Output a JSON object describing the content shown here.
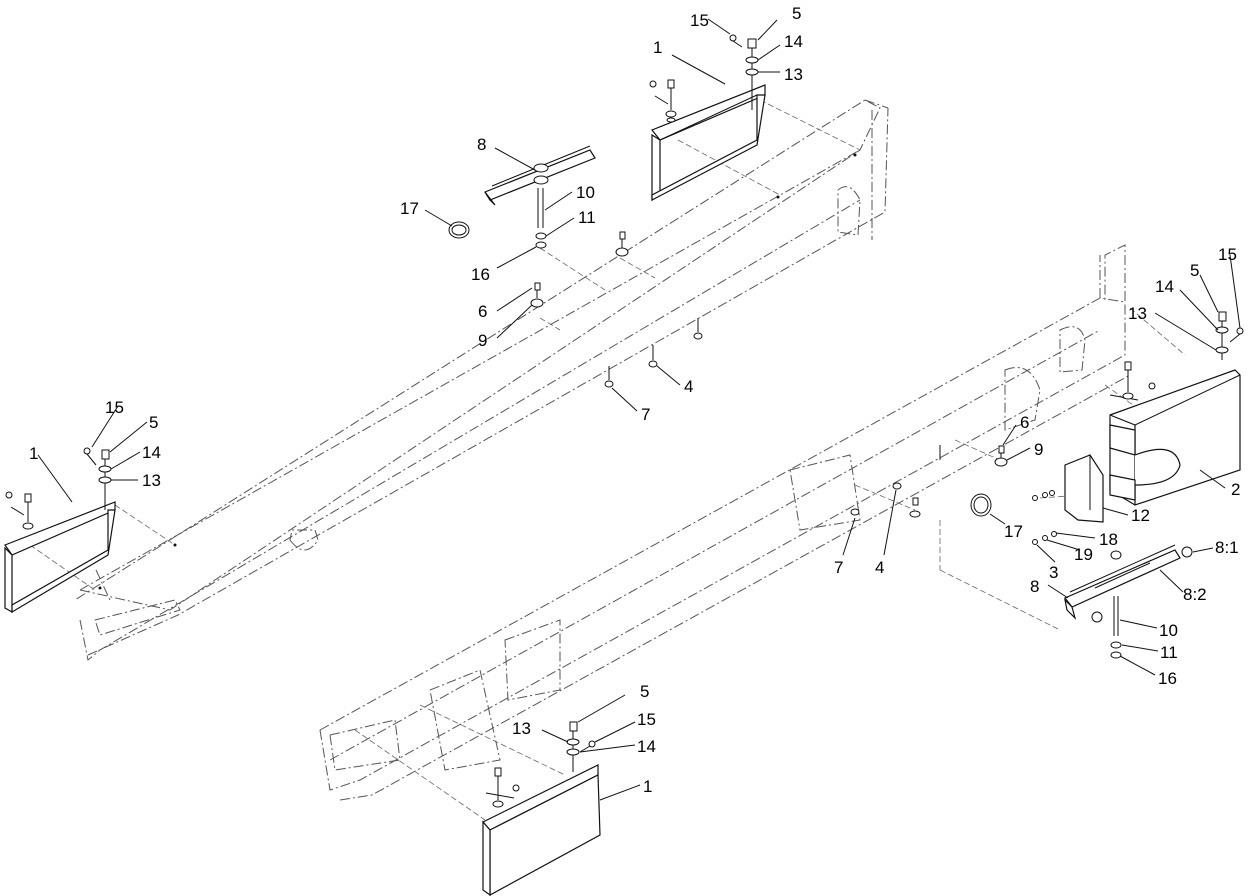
{
  "callouts": {
    "top_bracket": {
      "c15": "15",
      "c5": "5",
      "c14": "14",
      "c1": "1",
      "c13": "13"
    },
    "top_clamp": {
      "c8": "8",
      "c17": "17",
      "c10": "10",
      "c11": "11",
      "c16": "16",
      "c6": "6",
      "c9": "9",
      "c4": "4",
      "c7": "7"
    },
    "left_bracket": {
      "c15": "15",
      "c5": "5",
      "c14": "14",
      "c1": "1",
      "c13": "13"
    },
    "right_assembly": {
      "c15": "15",
      "c5": "5",
      "c14": "14",
      "c13": "13",
      "c6": "6",
      "c9": "9",
      "c2": "2",
      "c17": "17",
      "c12": "12",
      "c18": "18",
      "c19": "19",
      "c3": "3",
      "c7": "7",
      "c4": "4",
      "c8_1": "8:1",
      "c8": "8",
      "c8_2": "8:2",
      "c10": "10",
      "c11": "11",
      "c16": "16"
    },
    "bottom_bracket": {
      "c5": "5",
      "c15": "15",
      "c13": "13",
      "c14": "14",
      "c1": "1"
    }
  }
}
